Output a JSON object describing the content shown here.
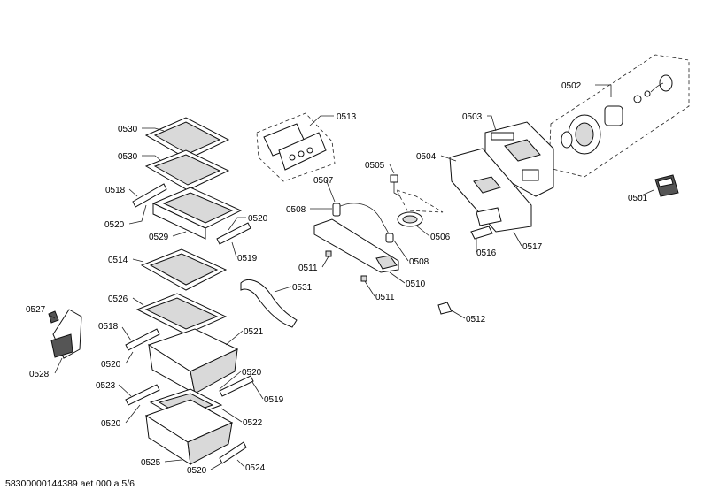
{
  "callouts": [
    {
      "id": "c0502",
      "text": "0502"
    },
    {
      "id": "c0503",
      "text": "0503"
    },
    {
      "id": "c0513",
      "text": "0513"
    },
    {
      "id": "c0530a",
      "text": "0530"
    },
    {
      "id": "c0530b",
      "text": "0530"
    },
    {
      "id": "c0505",
      "text": "0505"
    },
    {
      "id": "c0504",
      "text": "0504"
    },
    {
      "id": "c0507",
      "text": "0507"
    },
    {
      "id": "c0518a",
      "text": "0518"
    },
    {
      "id": "c0501",
      "text": "0501"
    },
    {
      "id": "c0508a",
      "text": "0508"
    },
    {
      "id": "c0520a",
      "text": "0520"
    },
    {
      "id": "c0520b",
      "text": "0520"
    },
    {
      "id": "c0529",
      "text": "0529"
    },
    {
      "id": "c0506",
      "text": "0506"
    },
    {
      "id": "c0517",
      "text": "0517"
    },
    {
      "id": "c0519a",
      "text": "0519"
    },
    {
      "id": "c0516",
      "text": "0516"
    },
    {
      "id": "c0514",
      "text": "0514"
    },
    {
      "id": "c0508b",
      "text": "0508"
    },
    {
      "id": "c0511a",
      "text": "0511"
    },
    {
      "id": "c0510",
      "text": "0510"
    },
    {
      "id": "c0531",
      "text": "0531"
    },
    {
      "id": "c0526",
      "text": "0526"
    },
    {
      "id": "c0511b",
      "text": "0511"
    },
    {
      "id": "c0527",
      "text": "0527"
    },
    {
      "id": "c0512",
      "text": "0512"
    },
    {
      "id": "c0518b",
      "text": "0518"
    },
    {
      "id": "c0521",
      "text": "0521"
    },
    {
      "id": "c0520c",
      "text": "0520"
    },
    {
      "id": "c0528",
      "text": "0528"
    },
    {
      "id": "c0520d",
      "text": "0520"
    },
    {
      "id": "c0523",
      "text": "0523"
    },
    {
      "id": "c0519b",
      "text": "0519"
    },
    {
      "id": "c0520e",
      "text": "0520"
    },
    {
      "id": "c0522",
      "text": "0522"
    },
    {
      "id": "c0525",
      "text": "0525"
    },
    {
      "id": "c0520f",
      "text": "0520"
    },
    {
      "id": "c0524",
      "text": "0524"
    }
  ],
  "footer": "58300000144389 aet 000 a 5/6"
}
